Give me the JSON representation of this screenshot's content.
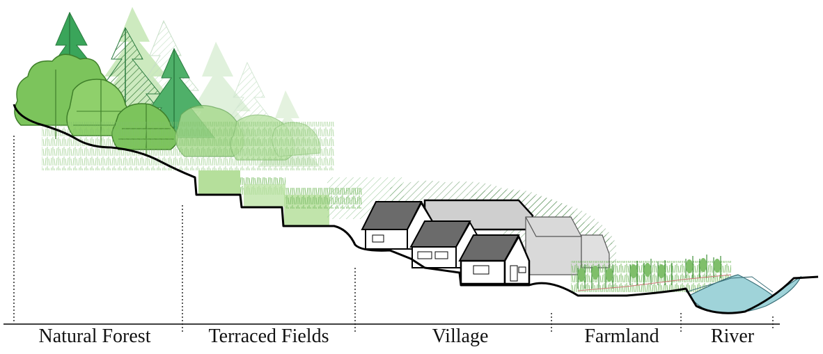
{
  "zones": [
    {
      "id": "natural-forest",
      "label": "Natural Forest"
    },
    {
      "id": "terraced-fields",
      "label": "Terraced Fields"
    },
    {
      "id": "village",
      "label": "Village"
    },
    {
      "id": "farmland",
      "label": "Farmland"
    },
    {
      "id": "river",
      "label": "River"
    }
  ],
  "colors": {
    "forest_dark": "#2e9b47",
    "forest_mid": "#6fbf4f",
    "forest_light": "#a6d98c",
    "field_green": "#a8d98a",
    "roof_gray": "#6b6b6b",
    "building_gray": "#c9c9c9",
    "river_blue": "#9fd3d9",
    "ground_line": "#000000"
  }
}
